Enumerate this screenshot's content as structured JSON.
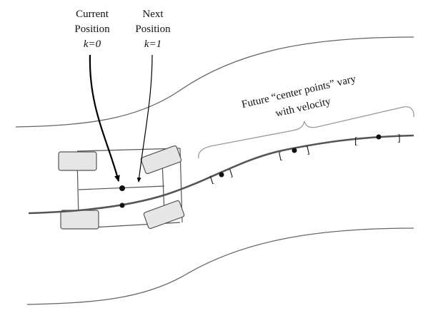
{
  "labels": {
    "current_position": {
      "line1": "Current",
      "line2": "Position",
      "line3": "k=0"
    },
    "next_position": {
      "line1": "Next",
      "line2": "Position",
      "line3": "k=1"
    },
    "future_note": {
      "line1": "Future “center points” vary",
      "line2": "with velocity"
    },
    "bracket_open": "[",
    "bracket_close": "]"
  },
  "colors": {
    "road_edge": "#666666",
    "path": "#555555",
    "vehicle_frame": "#555555",
    "wheel_fill": "#e6e6e6",
    "wheel_stroke": "#555555",
    "point": "#111111",
    "arrow": "#000000",
    "brace": "#9a9a9a"
  }
}
